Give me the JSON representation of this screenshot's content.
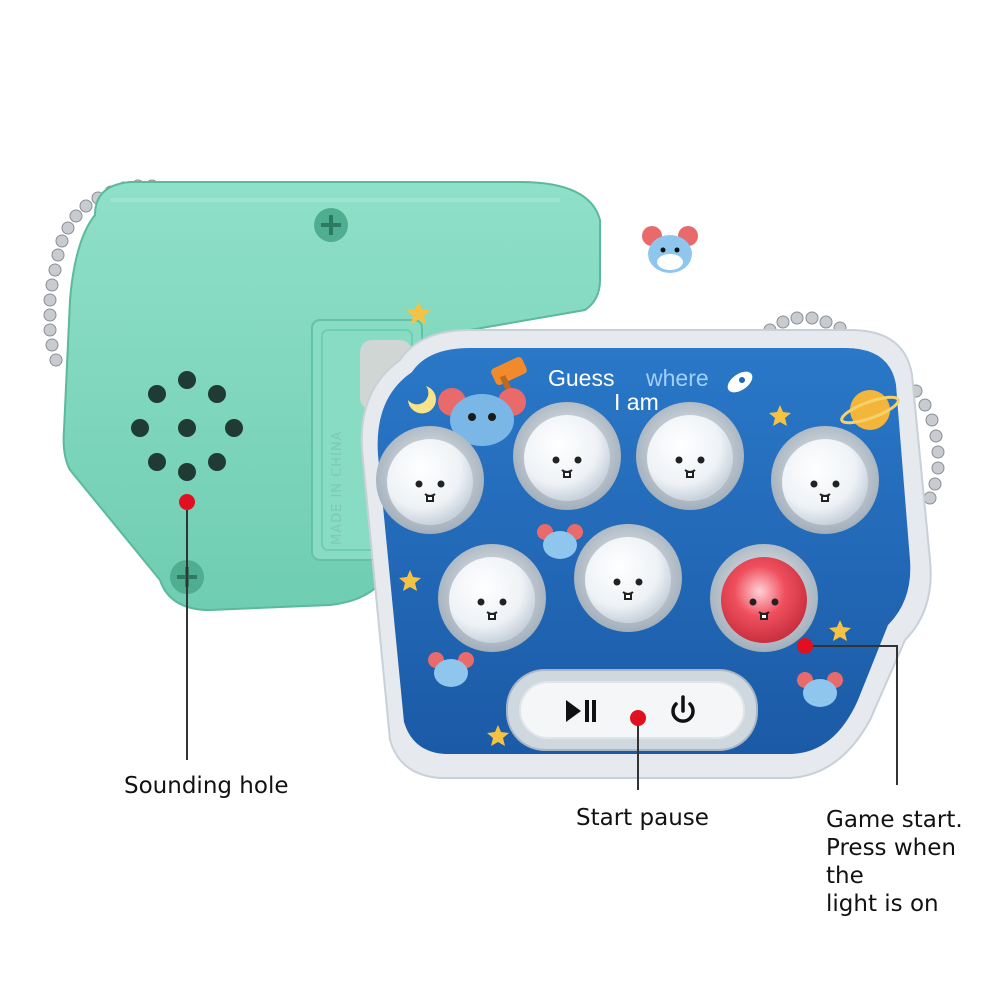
{
  "colors": {
    "back_shell": "#7ed8be",
    "back_shell_dark": "#5fbf9f",
    "front_panel": "#1f66b8",
    "button_light": "#e64655",
    "marker": "#e01020"
  },
  "device_text": {
    "title_line1_a": "Guess",
    "title_line1_b": "where",
    "title_line2": "I am",
    "made_in": "MADE IN CHINA",
    "play_pause_icon": "play-pause-icon",
    "power_icon": "power-icon"
  },
  "callouts": {
    "sounding_hole": "Sounding hole",
    "start_pause": "Start pause",
    "game_start_1": "Game start.",
    "game_start_2": "Press when the",
    "game_start_3": "light is on"
  }
}
